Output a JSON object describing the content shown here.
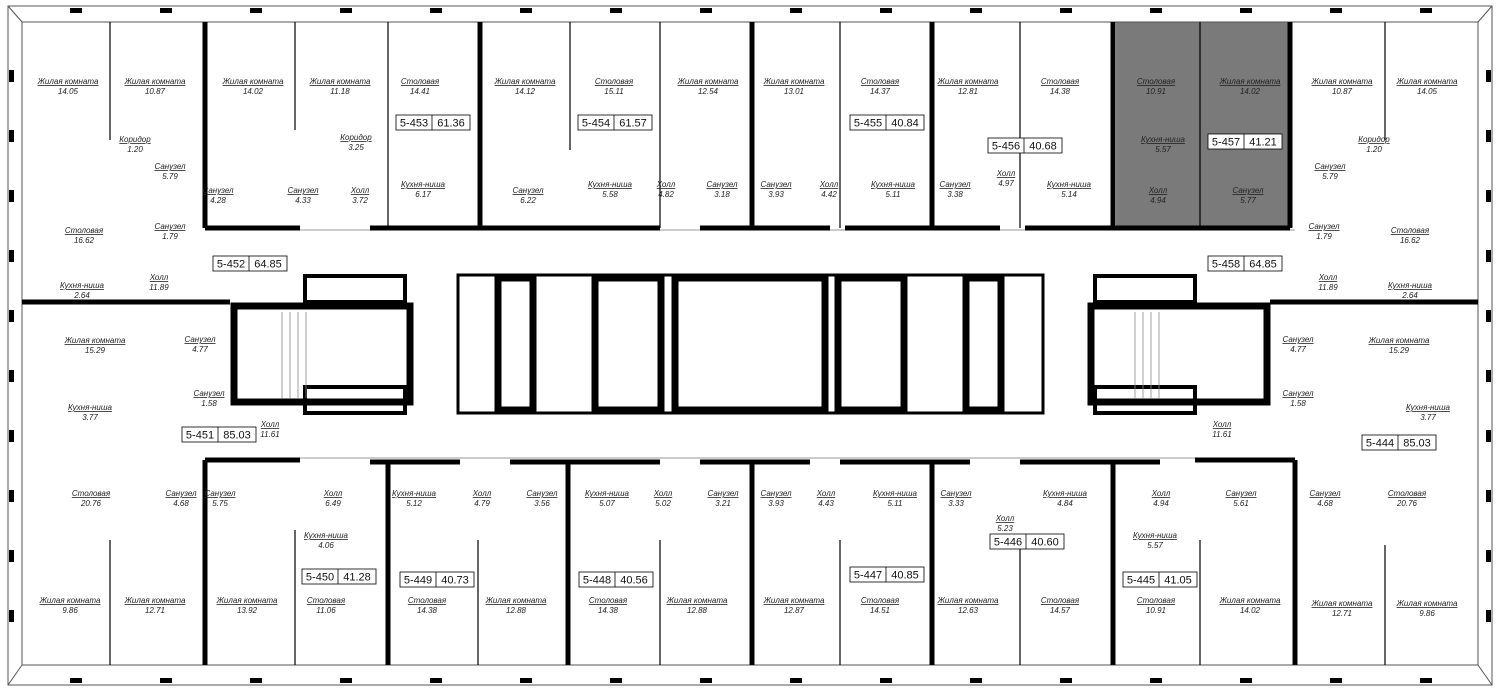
{
  "colors": {
    "wall": "#000000",
    "highlight": "#7a7a7a",
    "background": "#ffffff",
    "thin_line": "#555555"
  },
  "apartments": [
    {
      "number": "5-453",
      "area": "61.36",
      "highlighted": false
    },
    {
      "number": "5-454",
      "area": "61.57",
      "highlighted": false
    },
    {
      "number": "5-455",
      "area": "40.84",
      "highlighted": false
    },
    {
      "number": "5-456",
      "area": "40.68",
      "highlighted": false
    },
    {
      "number": "5-457",
      "area": "41.21",
      "highlighted": true
    },
    {
      "number": "5-452",
      "area": "64.85",
      "highlighted": false
    },
    {
      "number": "5-458",
      "area": "64.85",
      "highlighted": false
    },
    {
      "number": "5-451",
      "area": "85.03",
      "highlighted": false
    },
    {
      "number": "5-444",
      "area": "85.03",
      "highlighted": false
    },
    {
      "number": "5-450",
      "area": "41.28",
      "highlighted": false
    },
    {
      "number": "5-449",
      "area": "40.73",
      "highlighted": false
    },
    {
      "number": "5-448",
      "area": "40.56",
      "highlighted": false
    },
    {
      "number": "5-447",
      "area": "40.85",
      "highlighted": false
    },
    {
      "number": "5-446",
      "area": "40.60",
      "highlighted": false
    },
    {
      "number": "5-445",
      "area": "41.05",
      "highlighted": false
    }
  ],
  "rooms": [
    {
      "name": "Жилая комната",
      "area": "14.05"
    },
    {
      "name": "Жилая комната",
      "area": "10.87"
    },
    {
      "name": "Жилая комната",
      "area": "14.02"
    },
    {
      "name": "Жилая комната",
      "area": "11.18"
    },
    {
      "name": "Столовая",
      "area": "14.41"
    },
    {
      "name": "Жилая комната",
      "area": "14.12"
    },
    {
      "name": "Столовая",
      "area": "15.11"
    },
    {
      "name": "Жилая комната",
      "area": "12.54"
    },
    {
      "name": "Жилая комната",
      "area": "13.01"
    },
    {
      "name": "Столовая",
      "area": "14.37"
    },
    {
      "name": "Жилая комната",
      "area": "12.81"
    },
    {
      "name": "Столовая",
      "area": "14.38"
    },
    {
      "name": "Столовая",
      "area": "10.91"
    },
    {
      "name": "Жилая комната",
      "area": "14.02"
    },
    {
      "name": "Жилая комната",
      "area": "10.87"
    },
    {
      "name": "Жилая комната",
      "area": "14.05"
    },
    {
      "name": "Коридор",
      "area": "1.20"
    },
    {
      "name": "Коридор",
      "area": "3.25"
    },
    {
      "name": "Кухня-ниша",
      "area": "5.57"
    },
    {
      "name": "Коридор",
      "area": "1.20"
    },
    {
      "name": "Санузел",
      "area": "5.79"
    },
    {
      "name": "Санузел",
      "area": "4.28"
    },
    {
      "name": "Санузел",
      "area": "4.33"
    },
    {
      "name": "Холл",
      "area": "3.72"
    },
    {
      "name": "Кухня-ниша",
      "area": "6.17"
    },
    {
      "name": "Санузел",
      "area": "6.22"
    },
    {
      "name": "Кухня-ниша",
      "area": "5.58"
    },
    {
      "name": "Холл",
      "area": "4.82"
    },
    {
      "name": "Санузел",
      "area": "3.18"
    },
    {
      "name": "Санузел",
      "area": "3.93"
    },
    {
      "name": "Холл",
      "area": "4.42"
    },
    {
      "name": "Кухня-ниша",
      "area": "5.11"
    },
    {
      "name": "Санузел",
      "area": "3.38"
    },
    {
      "name": "Холл",
      "area": "4.97"
    },
    {
      "name": "Кухня-ниша",
      "area": "5.14"
    },
    {
      "name": "Холл",
      "area": "4.94"
    },
    {
      "name": "Санузел",
      "area": "5.77"
    },
    {
      "name": "Санузел",
      "area": "5.79"
    },
    {
      "name": "Столовая",
      "area": "16.62"
    },
    {
      "name": "Санузел",
      "area": "1.79"
    },
    {
      "name": "Санузел",
      "area": "1.79"
    },
    {
      "name": "Столовая",
      "area": "16.62"
    },
    {
      "name": "Холл",
      "area": "11.89"
    },
    {
      "name": "Холл",
      "area": "11.89"
    },
    {
      "name": "Кухня-ниша",
      "area": "2.64"
    },
    {
      "name": "Кухня-ниша",
      "area": "2.64"
    },
    {
      "name": "Жилая комната",
      "area": "15.29"
    },
    {
      "name": "Санузел",
      "area": "4.77"
    },
    {
      "name": "Санузел",
      "area": "4.77"
    },
    {
      "name": "Жилая комната",
      "area": "15.29"
    },
    {
      "name": "Санузел",
      "area": "1.58"
    },
    {
      "name": "Санузел",
      "area": "1.58"
    },
    {
      "name": "Кухня-ниша",
      "area": "3.77"
    },
    {
      "name": "Кухня-ниша",
      "area": "3.77"
    },
    {
      "name": "Холл",
      "area": "11.61"
    },
    {
      "name": "Холл",
      "area": "11.61"
    },
    {
      "name": "Столовая",
      "area": "20.76"
    },
    {
      "name": "Санузел",
      "area": "4.68"
    },
    {
      "name": "Санузел",
      "area": "5.75"
    },
    {
      "name": "Холл",
      "area": "6.49"
    },
    {
      "name": "Кухня-ниша",
      "area": "5.12"
    },
    {
      "name": "Холл",
      "area": "4.79"
    },
    {
      "name": "Санузел",
      "area": "3.56"
    },
    {
      "name": "Кухня-ниша",
      "area": "5.07"
    },
    {
      "name": "Холл",
      "area": "5.02"
    },
    {
      "name": "Санузел",
      "area": "3.21"
    },
    {
      "name": "Санузел",
      "area": "3.93"
    },
    {
      "name": "Холл",
      "area": "4.43"
    },
    {
      "name": "Кухня-ниша",
      "area": "5.11"
    },
    {
      "name": "Санузел",
      "area": "3.33"
    },
    {
      "name": "Кухня-ниша",
      "area": "4.84"
    },
    {
      "name": "Холл",
      "area": "4.94"
    },
    {
      "name": "Санузел",
      "area": "5.61"
    },
    {
      "name": "Санузел",
      "area": "4.68"
    },
    {
      "name": "Столовая",
      "area": "20.76"
    },
    {
      "name": "Кухня-ниша",
      "area": "4.06"
    },
    {
      "name": "Холл",
      "area": "5.23"
    },
    {
      "name": "Кухня-ниша",
      "area": "5.57"
    },
    {
      "name": "Жилая комната",
      "area": "9.86"
    },
    {
      "name": "Жилая комната",
      "area": "12.71"
    },
    {
      "name": "Жилая комната",
      "area": "13.92"
    },
    {
      "name": "Столовая",
      "area": "11.06"
    },
    {
      "name": "Столовая",
      "area": "14.38"
    },
    {
      "name": "Жилая комната",
      "area": "12.88"
    },
    {
      "name": "Столовая",
      "area": "14.38"
    },
    {
      "name": "Жилая комната",
      "area": "12.88"
    },
    {
      "name": "Жилая комната",
      "area": "12.87"
    },
    {
      "name": "Столовая",
      "area": "14.51"
    },
    {
      "name": "Жилая комната",
      "area": "12.63"
    },
    {
      "name": "Столовая",
      "area": "14.57"
    },
    {
      "name": "Столовая",
      "area": "10.91"
    },
    {
      "name": "Жилая комната",
      "area": "14.02"
    },
    {
      "name": "Жилая комната",
      "area": "12.71"
    },
    {
      "name": "Жилая комната",
      "area": "9.86"
    }
  ]
}
